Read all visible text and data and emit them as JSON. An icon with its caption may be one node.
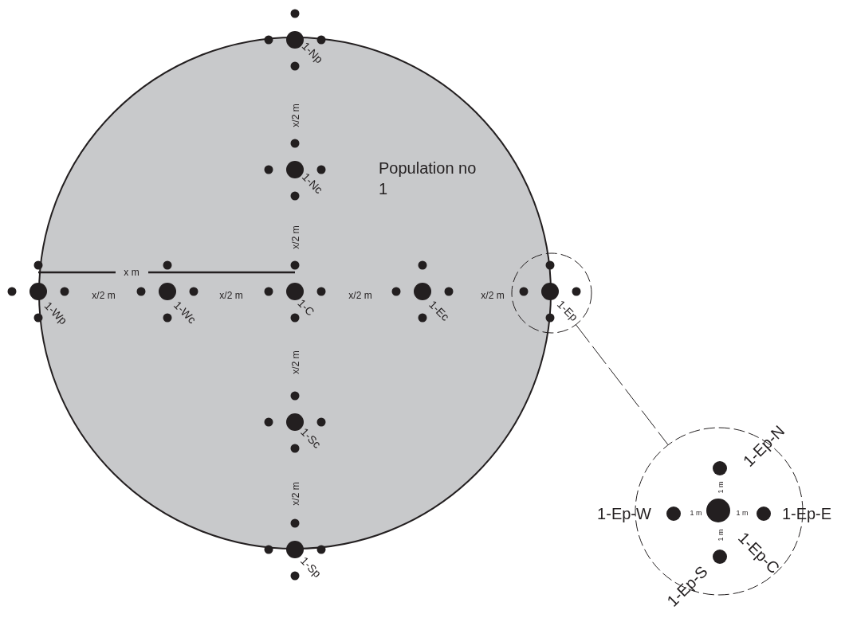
{
  "diagram": {
    "nodes": [
      {
        "text": [
          "Population no 1"
        ]
      },
      {
        "text": [],
        "shape": "circle"
      },
      {
        "text": [],
        "shape": "circle"
      }
    ],
    "edges": [
      {
        "from": 1,
        "to": 2,
        "arrow": "none",
        "style": "dashed"
      }
    ],
    "labels": [
      "1-Np",
      "x/2 m",
      "1-Nc",
      "x/2 m",
      "x m",
      "x/2 m",
      "x/2 m",
      "x/2 m",
      "x/2 m",
      "1-Wp",
      "1-Wc",
      "1-C",
      "1-Ec",
      "1-Ep",
      "x/2 m",
      "1-Sc",
      "x/2 m",
      "1-Sp",
      "1-Ep-N",
      "1 m",
      "1-Ep-W",
      "1 m",
      "1 m",
      "1-Ep-E",
      "1 m",
      "1-Ep-C",
      "1-Ep-S"
    ]
  }
}
